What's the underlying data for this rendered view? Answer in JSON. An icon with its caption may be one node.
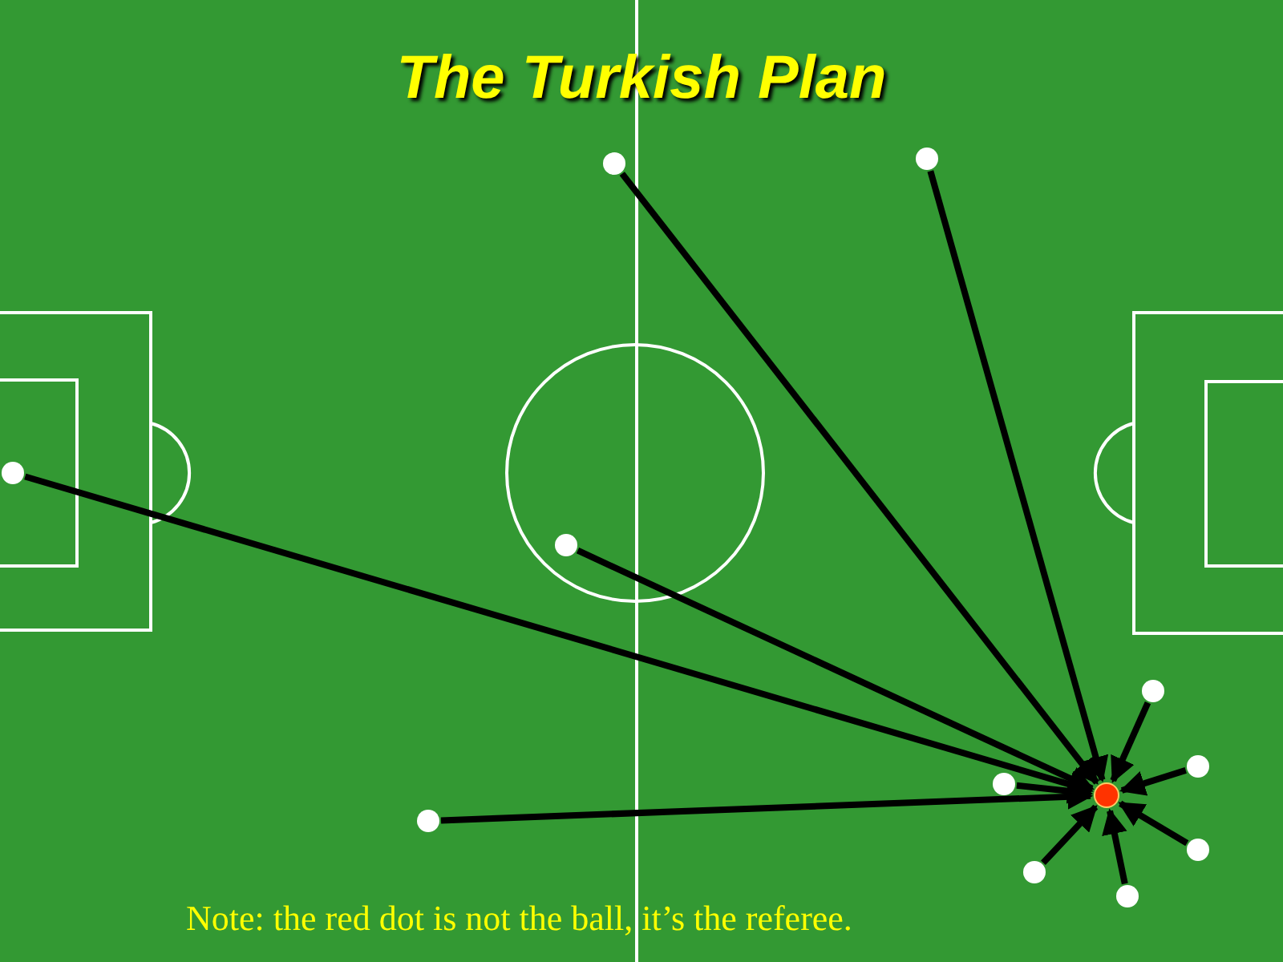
{
  "diagram": {
    "title": "The Turkish Plan",
    "nodes": [
      {
        "text": [],
        "shape": "circle"
      },
      {
        "text": [],
        "shape": "circle"
      },
      {
        "text": [],
        "shape": "circle"
      },
      {
        "text": [],
        "shape": "circle"
      },
      {
        "text": [],
        "shape": "circle"
      },
      {
        "text": [],
        "shape": "circle"
      },
      {
        "text": [],
        "shape": "circle"
      },
      {
        "text": [],
        "shape": "circle"
      },
      {
        "text": [],
        "shape": "circle"
      },
      {
        "text": [],
        "shape": "circle"
      },
      {
        "text": [],
        "shape": "circle"
      },
      {
        "text": [],
        "shape": "circle"
      }
    ],
    "edges": [
      {
        "from": 0,
        "to": 7,
        "arrow": "to"
      },
      {
        "from": 1,
        "to": 7,
        "arrow": "to"
      },
      {
        "from": 2,
        "to": 7,
        "arrow": "to"
      },
      {
        "from": 3,
        "to": 7,
        "arrow": "to"
      },
      {
        "from": 4,
        "to": 7,
        "arrow": "to"
      },
      {
        "from": 5,
        "to": 7,
        "arrow": "to"
      },
      {
        "from": 6,
        "to": 7,
        "arrow": "to"
      },
      {
        "from": 8,
        "to": 7,
        "arrow": "to"
      },
      {
        "from": 9,
        "to": 7,
        "arrow": "to"
      },
      {
        "from": 10,
        "to": 7,
        "arrow": "to"
      },
      {
        "from": 11,
        "to": 7,
        "arrow": "to"
      }
    ],
    "caption": "Note: the red dot is not the ball, it’s the referee."
  }
}
